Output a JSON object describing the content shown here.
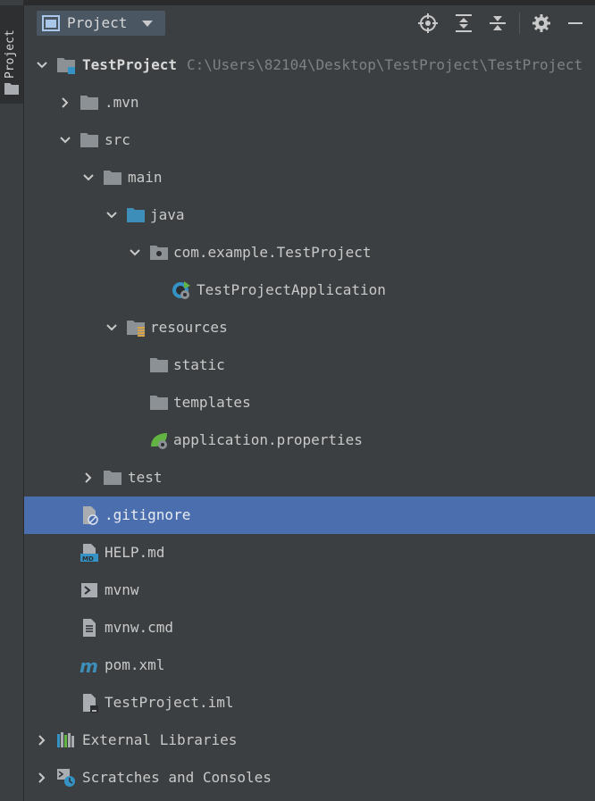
{
  "sidebar": {
    "tab_label": "Project"
  },
  "header": {
    "title": "Project",
    "icons": [
      "locate-icon",
      "expand-all-icon",
      "collapse-all-icon",
      "gear-icon",
      "minimize-icon"
    ]
  },
  "tree": {
    "root": {
      "label": "TestProject",
      "path": "C:\\Users\\82104\\Desktop\\TestProject\\TestProject"
    },
    "mvn": ".mvn",
    "src": "src",
    "main": "main",
    "java": "java",
    "package": "com.example.TestProject",
    "app_class": "TestProjectApplication",
    "resources": "resources",
    "static": "static",
    "templates": "templates",
    "properties": "application.properties",
    "test": "test",
    "gitignore": ".gitignore",
    "help": "HELP.md",
    "mvnw": "mvnw",
    "mvnw_cmd": "mvnw.cmd",
    "pom": "pom.xml",
    "iml": "TestProject.iml",
    "external_libraries": "External Libraries",
    "scratches": "Scratches and Consoles"
  },
  "colors": {
    "background": "#3c3f41",
    "selection": "#4b6eaf",
    "folder": "#8c9196",
    "source_folder": "#3d8fb9"
  }
}
